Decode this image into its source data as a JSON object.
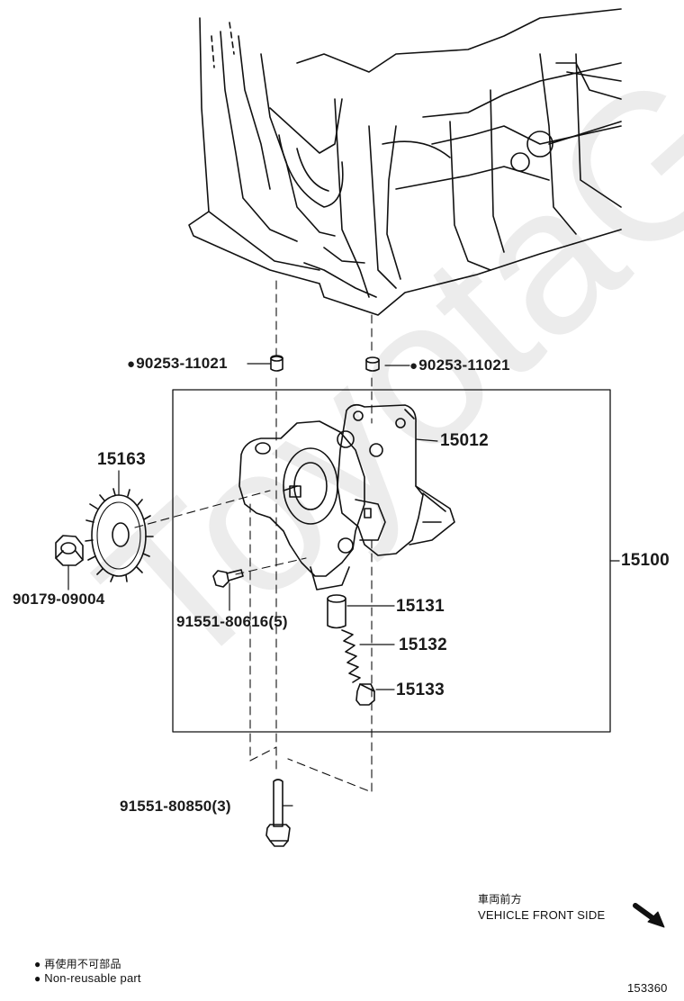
{
  "watermark": "ToyotaG",
  "parts": {
    "p90253_left": "90253-11021",
    "p90253_right": "90253-11021",
    "p15012": "15012",
    "p15163": "15163",
    "p15100": "15100",
    "p90179": "90179-09004",
    "p91551_small": "91551-80616(5)",
    "p15131": "15131",
    "p15132": "15132",
    "p15133": "15133",
    "p91551_long": "91551-80850(3)"
  },
  "non_reusable_marker": "●",
  "legend": {
    "non_reusable_jp": "再使用不可部品",
    "non_reusable_en": "Non-reusable part"
  },
  "orientation": {
    "jp": "車両前方",
    "en": "VEHICLE FRONT SIDE"
  },
  "figure_number": "153360"
}
